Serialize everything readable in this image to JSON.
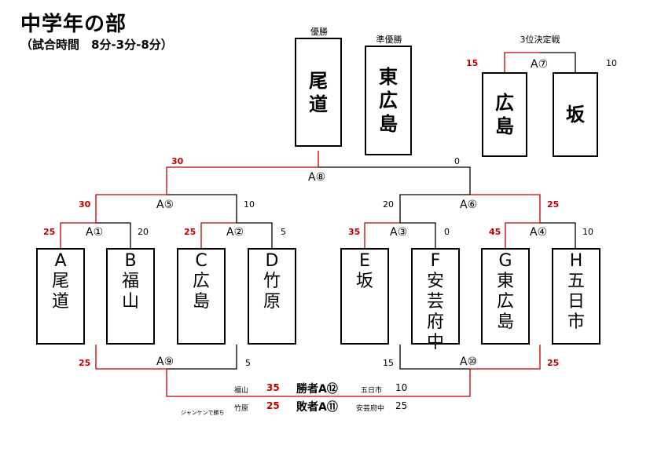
{
  "title": "中学年の部",
  "subtitle": "（試合時間　8分-3分-8分）",
  "colors": {
    "win": "#c00000",
    "lose": "#000000"
  },
  "placement": {
    "champion_label": "優勝",
    "champion": "尾道",
    "runner_up_label": "準優勝",
    "runner_up": "東広島"
  },
  "third_place": {
    "label": "3位決定戦",
    "match": "A⑦",
    "left": {
      "team": "広島",
      "score": "15"
    },
    "right": {
      "team": "坂",
      "score": "10"
    }
  },
  "teams": [
    {
      "letter": "A",
      "name": "尾道"
    },
    {
      "letter": "B",
      "name": "福山"
    },
    {
      "letter": "C",
      "name": "広島"
    },
    {
      "letter": "D",
      "name": "竹原"
    },
    {
      "letter": "E",
      "name": "坂"
    },
    {
      "letter": "F",
      "name": "安芸府中"
    },
    {
      "letter": "G",
      "name": "東広島"
    },
    {
      "letter": "H",
      "name": "五日市"
    }
  ],
  "matches": {
    "m1": {
      "label": "A①",
      "left": "25",
      "right": "20"
    },
    "m2": {
      "label": "A②",
      "left": "25",
      "right": "5"
    },
    "m3": {
      "label": "A③",
      "left": "35",
      "right": "0"
    },
    "m4": {
      "label": "A④",
      "left": "45",
      "right": "10"
    },
    "m5": {
      "label": "A⑤",
      "left": "30",
      "right": "10"
    },
    "m6": {
      "label": "A⑥",
      "left": "20",
      "right": "25"
    },
    "m8": {
      "label": "A⑧",
      "left": "30",
      "right": "0"
    },
    "m9": {
      "label": "A⑨",
      "left": "25",
      "right": "5"
    },
    "m10": {
      "label": "A⑩",
      "left": "15",
      "right": "25"
    }
  },
  "results": {
    "winners": {
      "label": "勝者A⑫",
      "left_team": "福山",
      "left_score": "35",
      "right_team": "五日市",
      "right_score": "10"
    },
    "losers": {
      "label": "敗者A⑪",
      "left_team": "竹原",
      "left_score": "25",
      "right_team": "安芸府中",
      "right_score": "25"
    },
    "note": "ジャンケンで勝ち"
  }
}
